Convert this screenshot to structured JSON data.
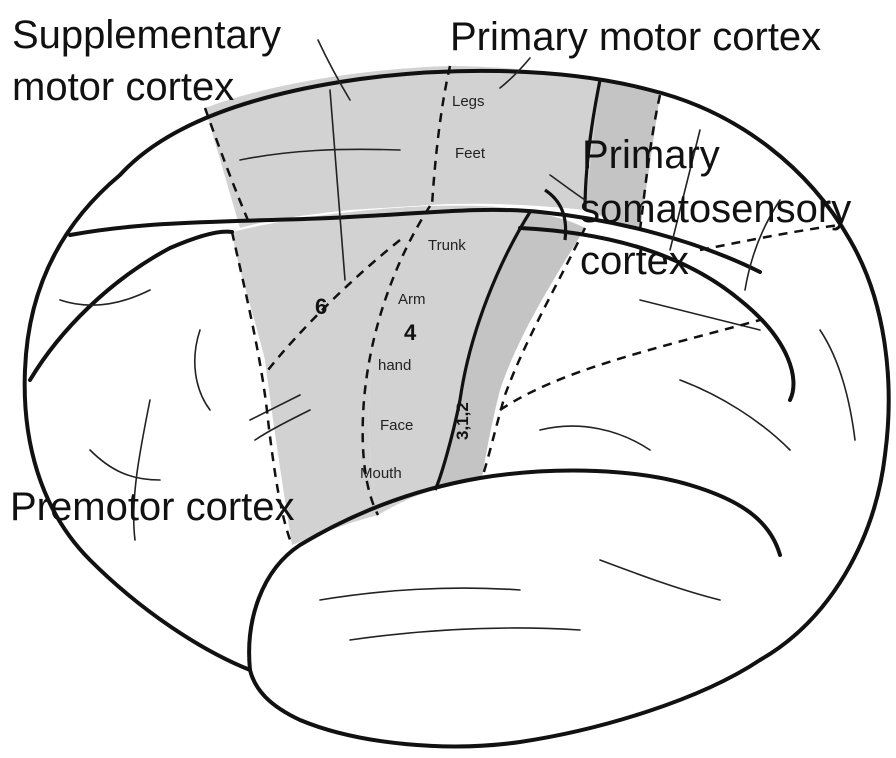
{
  "labels": {
    "supplementary_line1": "Supplementary",
    "supplementary_line2": "motor cortex",
    "primary_motor": "Primary motor cortex",
    "somatosensory_line1": "Primary",
    "somatosensory_line2": "somatosensory",
    "somatosensory_line3": "cortex",
    "premotor": "Premotor cortex"
  },
  "body_map": {
    "legs": "Legs",
    "feet": "Feet",
    "trunk": "Trunk",
    "arm": "Arm",
    "hand": "hand",
    "face": "Face",
    "mouth": "Mouth"
  },
  "area_numbers": {
    "area6": "6",
    "area4": "4",
    "area312": "3,1,2"
  },
  "colors": {
    "outline": "#111111",
    "shade": "#d2d2d2",
    "background": "#ffffff"
  }
}
